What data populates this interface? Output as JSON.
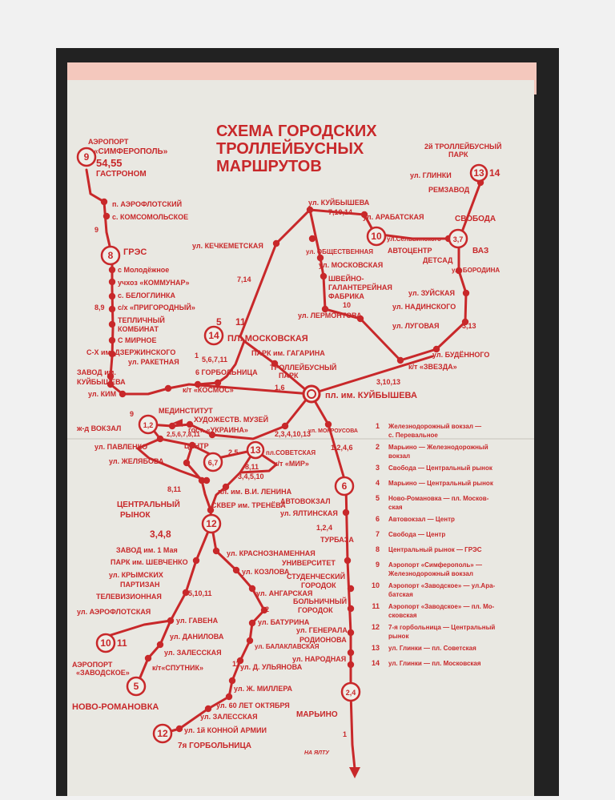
{
  "title": [
    "СХЕМА ГОРОДСКИХ",
    "ТРОЛЛЕЙБУСНЫХ",
    "МАРШРУТОВ"
  ],
  "colors": {
    "route": "#c8282a",
    "paper": "#e9e8e2",
    "frame": "#2a2a2a",
    "backing": "#f4c8bd"
  },
  "markers": [
    {
      "id": "9",
      "caption": [
        "АЭРОПОРТ",
        "«СИМФЕРОПОЛЬ»",
        "54,55",
        "ГАСТРОНОМ"
      ]
    },
    {
      "id": "13",
      "second": "14"
    },
    {
      "id": "10"
    },
    {
      "id": "3,7"
    },
    {
      "id": "8"
    },
    {
      "id": "14"
    },
    {
      "id": "1,2"
    },
    {
      "id": "6,7"
    },
    {
      "id": "13"
    },
    {
      "id": "6"
    },
    {
      "id": "12"
    },
    {
      "id": "10",
      "second": "11"
    },
    {
      "id": "5"
    },
    {
      "id": "2,4"
    },
    {
      "id": "12"
    }
  ],
  "labels": {
    "depot2": [
      "2й ТРОЛЛЕЙБУСНЫЙ",
      "ПАРК"
    ],
    "glinki": "ул. ГЛИНКИ",
    "remzavod": "РЕМЗАВОД",
    "svoboda": "СВОБОДА",
    "aeroflotsky": "п. АЭРОФЛОТСКИЙ",
    "komsomolskoe": "с. КОМСОМОЛЬСКОЕ",
    "nine": "9",
    "gres": "ГРЭС",
    "molodezhnoe": "с Молодёжное",
    "uchkhoz": "учхоз «КОММУНАР»",
    "belogl": "с. БЕЛОГЛИНКА",
    "prigorod_r": "8,9",
    "prigorod": "с/х «ПРИГОРОДНЫЙ»",
    "teplich": [
      "ТЕПЛИЧНЫЙ",
      "КОМБИНАТ"
    ],
    "mirnoe": "С МИРНОЕ",
    "dzerzh": "С-Х им. ДЗЕРЖИНСКОГО",
    "kuibysheva_st": "ул. КУЙБЫШЕВА",
    "kuib_routes": "7,10,14",
    "arabatskaya": "ул. АРАБАТСКАЯ",
    "kechkem": "ул. КЕЧКЕМЕТСКАЯ",
    "obshch": "ул. ОБЩЕСТВЕННАЯ",
    "moskovskaya_st": "ул. МОСКОВСКАЯ",
    "shveyno": [
      "ШВЕЙНО-",
      "ГАЛАНТЕРЕЙНАЯ",
      "ФАБРИКА"
    ],
    "r714": "7,14",
    "r10": "10",
    "lermontova": "ул. ЛЕРМОНТОВА",
    "selvinsk": "ул.Сельвинского",
    "avtocentr": "АВТОЦЕНТР",
    "vaz": "ВАЗ",
    "detsad": "ДЕТСАД",
    "borodina": "ул. БОРОДИНА",
    "zuyskaya": "ул. ЗУЙСКАЯ",
    "nadinsk": "ул. НАДИНСКОГО",
    "lugovaya": "ул. ЛУГОВАЯ",
    "r313": "3,13",
    "budennogo": "ул. БУДЁННОГО",
    "zvezda": "к/т «ЗВЕЗДА»",
    "r31013": "3,10,13",
    "r5_11": [
      "5",
      "11"
    ],
    "pl_moskovskaya": "ПЛ. МОСКОВСКАЯ",
    "gagarina": "ПАРК им. ГАГАРИНА",
    "trolley_park": [
      "ТРОЛЛЕЙБУСНЫЙ",
      "ПАРК"
    ],
    "raketnaya": "ул. РАКЕТНАЯ",
    "r1": "1",
    "r56711": "5,6,7,11",
    "bolnitsa6": "6 ГОРБОЛЬНИЦА",
    "zavod_kuib": [
      "ЗАВОД им.",
      "КУЙБЫШЕВА"
    ],
    "kim": "ул. КИМ",
    "kosmos": "к/т «КОСМОС»",
    "r16": "1,6",
    "pl_kuib": "пл. им. КУЙБЫШЕВА",
    "medinst": "МЕДИНСТИТУТ",
    "r9": "9",
    "vokzal": "ж-д ВОКЗАЛ",
    "khud_muzey": "ХУДОЖЕСТВ. МУЗЕЙ",
    "ukraina": "гост. «УКРАИНА»",
    "r2345": "2,3,4,10,13",
    "mokrousova": "ул. МОКРОУСОВА",
    "pavlenko": "ул. ПАВЛЕНКО",
    "r2567": "2,5,6,7,8,11",
    "centr": "ЦЕНТР",
    "zhelyabova": "ул. ЖЕЛЯБОВА",
    "r25": "2,5",
    "sovetskaya": "пл.СОВЕТСКАЯ",
    "r811a": "8,11",
    "mir": "к/т «МИР»",
    "r34510": "3,4,5,10",
    "r124_6": "1,2,4,6",
    "r811b": "8,11",
    "lenina": "пл. им. В.И. ЛЕНИНА",
    "avtovokzal": "АВТОВОКЗАЛ",
    "trenev": "СКВЕР им. ТРЕНЁВА",
    "yaltinskaya": "ул. ЯЛТИНСКАЯ",
    "central_market": [
      "ЦЕНТРАЛЬНЫЙ",
      "РЫНОК"
    ],
    "r124": "1,2,4",
    "turbaza": "ТУРБАЗА",
    "r348": "3,4,8",
    "zavod_1maya": "ЗАВОД им. 1 Мая",
    "krasnoznam": "ул. КРАСНОЗНАМЕННАЯ",
    "shevchenko": "ПАРК им. ШЕВЧЕНКО",
    "universitet": "УНИВЕРСИТЕТ",
    "kozlova": "ул. КОЗЛОВА",
    "krymskikh": [
      "ул. КРЫМСКИХ",
      "ПАРТИЗАН"
    ],
    "stud_gorodok": [
      "СТУДЕНЧЕСКИЙ",
      "ГОРОДОК"
    ],
    "r51011": "5,10,11",
    "angarskaya": "ул. АНГАРСКАЯ",
    "televiz": "ТЕЛЕВИЗИОННАЯ",
    "boln_gorodok": [
      "БОЛЬНИЧНЫЙ",
      "ГОРОДОК"
    ],
    "aeroflotskaya": "ул. АЭРОФЛОТСКАЯ",
    "r12": "12",
    "gavena": "ул. ГАВЕНА",
    "baturina": "ул. БАТУРИНА",
    "rodionova": [
      "ул. ГЕНЕРАЛА",
      "РОДИОНОВА"
    ],
    "danilova": "ул. ДАНИЛОВА",
    "balaklav": "ул. БАЛАКЛАВСКАЯ",
    "zalesskaya1": "ул. ЗАЛЕССКАЯ",
    "narodnaya": "ул. НАРОДНАЯ",
    "aero_zavod": [
      "АЭРОПОРТ",
      "«ЗАВОДСКОЕ»"
    ],
    "sputnik": "к/т«СПУТНИК»",
    "r11": "11",
    "d_ulyanova": "ул. Д. УЛЬЯНОВА",
    "millera": "ул. Ж. МИЛЛЕРА",
    "novoromanovka": "НОВО-РОМАНОВКА",
    "oktyabrya": "ул. 60 ЛЕТ ОКТЯБРЯ",
    "marino": "МАРЬИНО",
    "zalesskaya2": "ул. ЗАЛЕССКАЯ",
    "konarmii": "ул. 1й КОННОЙ АРМИИ",
    "bolnitsa7": "7я ГОРБОЛЬНИЦА",
    "r1b": "1",
    "na_yaltu": "НА ЯЛТУ"
  },
  "legend": [
    {
      "n": "1",
      "lines": [
        "Железнодорожный   вокзал —",
        "с. Перевальное"
      ]
    },
    {
      "n": "2",
      "lines": [
        "Марьино — Железнодорожный",
        "вокзал"
      ]
    },
    {
      "n": "3",
      "lines": [
        "Свобода — Центральный рынок"
      ]
    },
    {
      "n": "4",
      "lines": [
        "Марьино — Центральный рынок"
      ]
    },
    {
      "n": "5",
      "lines": [
        "Ново-Романовка — пл. Москов-",
        "ская"
      ]
    },
    {
      "n": "6",
      "lines": [
        "Автовокзал — Центр"
      ]
    },
    {
      "n": "7",
      "lines": [
        "Свобода — Центр"
      ]
    },
    {
      "n": "8",
      "lines": [
        "Центральный рынок — ГРЭС"
      ]
    },
    {
      "n": "9",
      "lines": [
        "Аэропорт «Симферополь» —",
        "Железнодорожный вокзал"
      ]
    },
    {
      "n": "10",
      "lines": [
        "Аэропорт «Заводское» — ул.Ара-",
        "батская"
      ]
    },
    {
      "n": "11",
      "lines": [
        "Аэропорт «Заводское» — пл. Мо-",
        "сковская"
      ]
    },
    {
      "n": "12",
      "lines": [
        "7-я горбольница — Центральный",
        "рынок"
      ]
    },
    {
      "n": "13",
      "lines": [
        "ул. Глинки — пл. Советская"
      ]
    },
    {
      "n": "14",
      "lines": [
        "ул.   Глинки — пл.   Московская"
      ]
    }
  ]
}
